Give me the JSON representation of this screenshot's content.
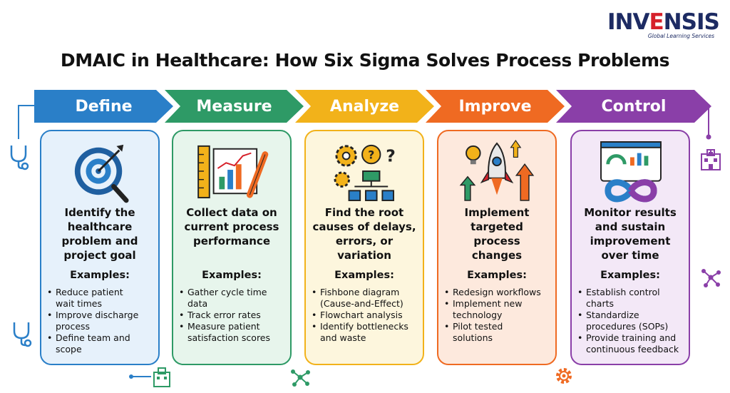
{
  "brand": {
    "name_prefix": "INV",
    "name_accent": "E",
    "name_suffix": "NSIS",
    "tagline": "Global Learning Services"
  },
  "title": "DMAIC in Healthcare: How Six Sigma Solves Process Problems",
  "phases": [
    {
      "name": "Define",
      "color": "#2a7fc8",
      "bg": "#e6f1fb",
      "icon": "target-magnifier-icon",
      "desc_lines": [
        "Identify the",
        "healthcare",
        "problem and",
        "project goal"
      ],
      "examples_label": "Examples:",
      "examples": [
        [
          "Reduce patient",
          "wait times"
        ],
        [
          "Improve discharge",
          "process"
        ],
        [
          "Define team and",
          "scope"
        ]
      ]
    },
    {
      "name": "Measure",
      "color": "#2e9a66",
      "bg": "#e7f5ec",
      "icon": "ruler-chart-pencil-icon",
      "desc_lines": [
        "Collect data on",
        "current process",
        "performance"
      ],
      "examples_label": "Examples:",
      "examples": [
        [
          "Gather cycle time",
          "data"
        ],
        [
          "Track error rates"
        ],
        [
          "Measure patient",
          "satisfaction scores"
        ]
      ]
    },
    {
      "name": "Analyze",
      "color": "#f2b21a",
      "bg": "#fdf6dd",
      "icon": "gears-flowchart-icon",
      "desc_lines": [
        "Find the root",
        "causes of delays,",
        "errors, or variation"
      ],
      "examples_label": "Examples:",
      "examples": [
        [
          "Fishbone diagram",
          "(Cause-and-Effect)"
        ],
        [
          "Flowchart analysis"
        ],
        [
          "Identify bottlenecks",
          "and waste"
        ]
      ]
    },
    {
      "name": "Improve",
      "color": "#ef6a22",
      "bg": "#fde9dd",
      "icon": "rocket-lightbulb-icon",
      "desc_lines": [
        "Implement",
        "targeted",
        "process",
        "changes"
      ],
      "examples_label": "Examples:",
      "examples": [
        [
          "Redesign workflows"
        ],
        [
          "Implement new",
          "technology"
        ],
        [
          "Pilot tested",
          "solutions"
        ]
      ]
    },
    {
      "name": "Control",
      "color": "#8a3fa8",
      "bg": "#f3e8f7",
      "icon": "dashboard-infinity-icon",
      "desc_lines": [
        "Monitor results",
        "and sustain",
        "improvement",
        "over time"
      ],
      "examples_label": "Examples:",
      "examples": [
        [
          "Establish control",
          "charts"
        ],
        [
          "Standardize",
          "procedures (SOPs)"
        ],
        [
          "Provide training and",
          "continuous feedback"
        ]
      ]
    }
  ]
}
